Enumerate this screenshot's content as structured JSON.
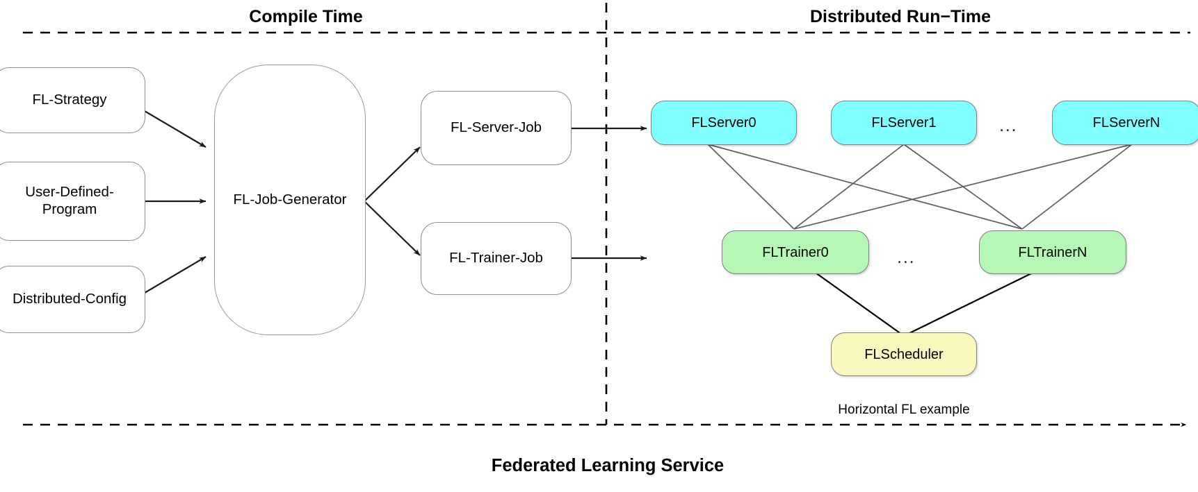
{
  "diagram": {
    "bottom_title": "Federated Learning Service",
    "sections": [
      {
        "id": "compile",
        "title": "Compile Time"
      },
      {
        "id": "runtime",
        "title": "Distributed Run−Time"
      }
    ],
    "compile_time": {
      "inputs": [
        {
          "id": "fl-strategy",
          "label": "FL-Strategy"
        },
        {
          "id": "user-defined-program",
          "label": "User-Defined-\nProgram"
        },
        {
          "id": "distributed-config",
          "label": "Distributed-Config"
        }
      ],
      "generator": {
        "id": "fl-job-generator",
        "label": "FL-Job-Generator"
      },
      "jobs": [
        {
          "id": "fl-server-job",
          "label": "FL-Server-Job"
        },
        {
          "id": "fl-trainer-job",
          "label": "FL-Trainer-Job"
        }
      ]
    },
    "runtime": {
      "caption": "Horizontal FL example",
      "servers": [
        {
          "id": "flserver0",
          "label": "FLServer0"
        },
        {
          "id": "flserver1",
          "label": "FLServer1"
        },
        {
          "id": "flservern",
          "label": "FLServerN"
        }
      ],
      "server_ellipsis": "...",
      "trainers": [
        {
          "id": "fltrainer0",
          "label": "FLTrainer0"
        },
        {
          "id": "fltrainern",
          "label": "FLTrainerN"
        }
      ],
      "trainer_ellipsis": "...",
      "scheduler": {
        "id": "flscheduler",
        "label": "FLScheduler"
      }
    },
    "colors": {
      "server_fill": "#7FFFFF",
      "trainer_fill": "#B5F7B5",
      "scheduler_fill": "#FAF7BE",
      "node_stroke": "#808080",
      "plain_stroke": "#8d8d8d",
      "arrow_stroke": "#1a1a1a",
      "mesh_stroke": "#5e5e5e",
      "divider_stroke": "#000000",
      "text": "#000000",
      "background": "#ffffff"
    }
  }
}
